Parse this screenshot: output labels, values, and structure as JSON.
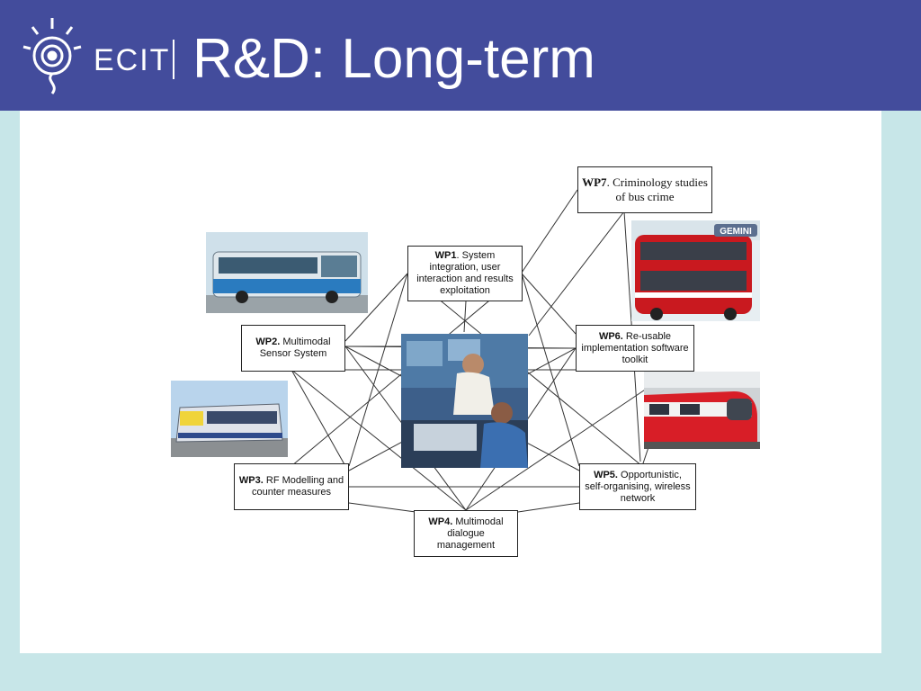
{
  "header": {
    "org": "ECIT",
    "title": "R&D: Long-term",
    "background_color": "#434c9c"
  },
  "diagram": {
    "work_packages": [
      {
        "id": "WP1",
        "code": "WP1",
        "text": ". System integration, user interaction and results exploitation"
      },
      {
        "id": "WP2",
        "code": "WP2.",
        "text": " Multimodal Sensor System"
      },
      {
        "id": "WP3",
        "code": "WP3.",
        "text": " RF Modelling and counter measures"
      },
      {
        "id": "WP4",
        "code": "WP4.",
        "text": " Multimodal dialogue management"
      },
      {
        "id": "WP5",
        "code": "WP5.",
        "text": " Opportunistic, self-organising, wireless network"
      },
      {
        "id": "WP6",
        "code": "WP6.",
        "text": " Re-usable implementation software toolkit"
      },
      {
        "id": "WP7",
        "code": "WP7",
        "text": ". Criminology studies of bus crime"
      }
    ],
    "photos": {
      "gemini_bus_label": "GEMINI"
    }
  }
}
